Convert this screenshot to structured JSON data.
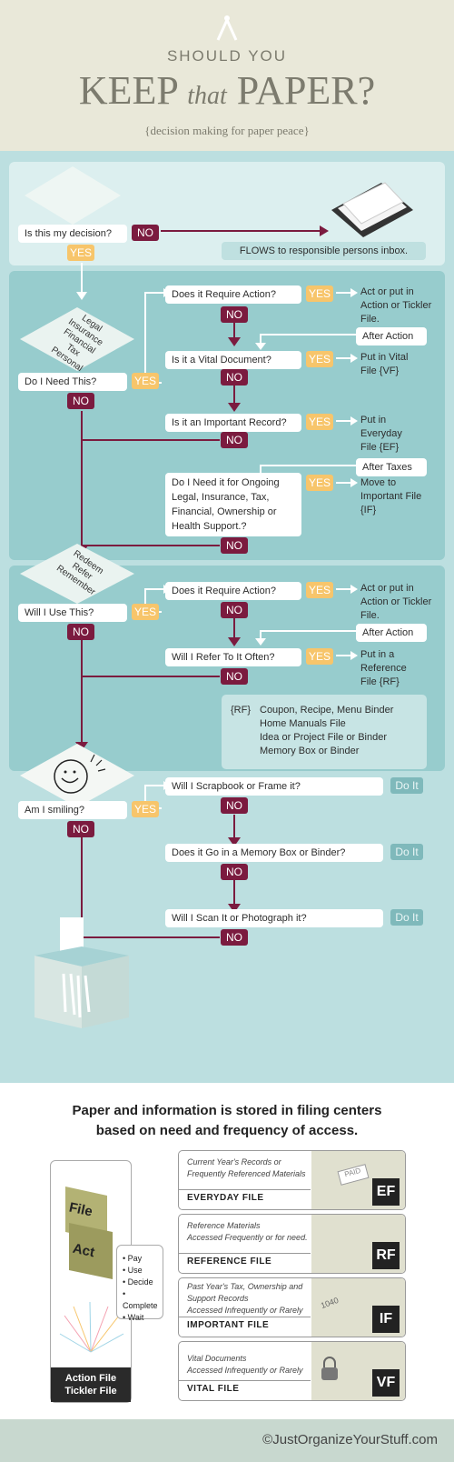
{
  "header": {
    "line1": "SHOULD YOU",
    "keep": "KEEP",
    "that": "that",
    "paper": "PAPER?",
    "tagline": "{decision making for paper peace}"
  },
  "flow": {
    "q_decision": "Is this my decision?",
    "flows_to": "FLOWS to responsible persons inbox.",
    "yes": "YES",
    "no": "NO",
    "need_categories": [
      "Legal",
      "Insurance",
      "Financial",
      "Tax",
      "Personal"
    ],
    "q_need": "Do I Need This?",
    "q_action": "Does it Require Action?",
    "action_result": "Act or put in Action or Tickler File.",
    "after_action": "After Action",
    "q_vital": "Is it a Vital Document?",
    "vital_result": "Put in Vital File {VF}",
    "q_record": "Is it an Important Record?",
    "record_result": "Put in Everyday File {EF}",
    "after_taxes": "After Taxes",
    "q_ongoing": "Do I Need it for Ongoing Legal, Insurance, Tax, Financial, Ownership or Health Support.?",
    "ongoing_result": "Move to Important File {IF}",
    "use_categories": [
      "Redeem",
      "Refer",
      "Remember"
    ],
    "q_use": "Will I Use This?",
    "q_action2": "Does it Require Action?",
    "action2_result": "Act or put in Action or Tickler File.",
    "after_action2": "After Action",
    "q_refer": "Will I Refer To It Often?",
    "refer_result": "Put in a Reference File {RF}",
    "rf_label": "{RF}",
    "rf_items": [
      "Coupon, Recipe, Menu Binder",
      "Home Manuals File",
      "Idea or Project  File or Binder",
      "Memory Box or Binder"
    ],
    "q_smile": "Am I smiling?",
    "q_scrapbook": "Will I Scrapbook or Frame it?",
    "q_memory": "Does it Go in a Memory Box or Binder?",
    "q_scan": "Will I Scan It or Photograph it?",
    "do_it": "Do It"
  },
  "bottom": {
    "headline1": "Paper and information is stored in filing centers",
    "headline2": "based on need and frequency of access.",
    "action_file": {
      "folder1": "File",
      "folder2": "Act",
      "steps": [
        "Pay",
        "Use",
        "Decide",
        "Complete",
        "Wait"
      ],
      "label1": "Action File",
      "label2": "Tickler File"
    },
    "files": [
      {
        "desc1": "Current Year's Records or",
        "desc2": "Frequently Referenced Materials",
        "desc3": "",
        "name": "EVERYDAY FILE",
        "abbr": "EF"
      },
      {
        "desc1": "Reference Materials",
        "desc2": "Accessed Frequently or for need.",
        "desc3": "",
        "name": "REFERENCE FILE",
        "abbr": "RF"
      },
      {
        "desc1": "Past Year's Tax, Ownership and",
        "desc2": "Support Records",
        "desc3": "Accessed Infrequently or Rarely",
        "name": "IMPORTANT FILE",
        "abbr": "IF"
      },
      {
        "desc1": "Vital Documents",
        "desc2": "Accessed Infrequently or Rarely",
        "desc3": "",
        "name": "VITAL FILE",
        "abbr": "VF"
      }
    ],
    "photo_text": {
      "paid": "PAID",
      "tax": "1040"
    }
  },
  "footer": {
    "copyright": "©JustOrganizeYourStuff.com"
  },
  "colors": {
    "cream": "#e9e8d9",
    "teal_light": "#bcdfe0",
    "teal_panel": "#97cccd",
    "yes": "#f7c56b",
    "no": "#7b1b3f",
    "arrow": "#7b1b3f"
  }
}
